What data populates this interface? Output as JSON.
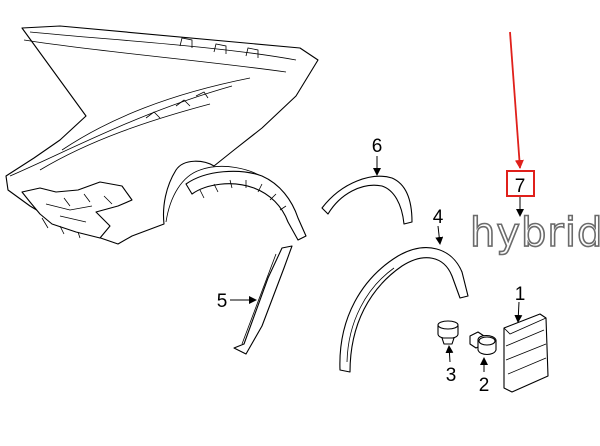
{
  "callouts": {
    "c1": "1",
    "c2": "2",
    "c3": "3",
    "c4": "4",
    "c5": "5",
    "c6": "6",
    "c7": "7"
  },
  "badge": {
    "text": "hybrid"
  },
  "colors": {
    "highlight": "#e0201b",
    "line": "#000000",
    "badge_outline": "#6b6b6b"
  }
}
